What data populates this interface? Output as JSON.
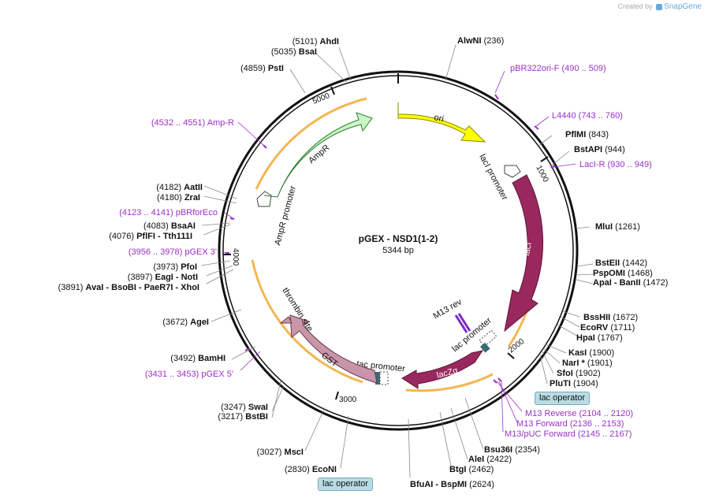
{
  "credit": {
    "prefix": "Created by",
    "brand": "SnapGene"
  },
  "plasmid": {
    "name": "pGEX - NSD1(1-2)",
    "length": "5344 bp"
  },
  "ticks": {
    "t1000": "1000",
    "t2000": "2000",
    "t3000": "3000",
    "t4000": "4000",
    "t5000": "5000"
  },
  "features": {
    "ori": "ori",
    "laci": "lacI",
    "laci_promoter": "lacI promoter",
    "laczalpha": "lacZα",
    "lac_promoter": "lac promoter",
    "m13rev": "M13 rev",
    "tac_promoter": "tac promoter",
    "gst": "GST",
    "thrombin": "thrombin site",
    "amp_promoter": "AmpR promoter",
    "ampr": "AmpR"
  },
  "boxes": {
    "lac_op_1": "lac operator",
    "lac_op_2": "lac operator"
  },
  "labels": [
    {
      "id": "ahdi",
      "pos": "(5101)",
      "name": "AhdI",
      "kind": "site"
    },
    {
      "id": "bsai",
      "pos": "(5035)",
      "name": "BsaI",
      "kind": "site"
    },
    {
      "id": "psti",
      "pos": "(4859)",
      "name": "PstI",
      "kind": "site"
    },
    {
      "id": "alwni",
      "name": "AlwNI",
      "pos": "(236)",
      "kind": "site"
    },
    {
      "id": "pbr322",
      "name": "pBR322ori-F",
      "pos": "(490 .. 509)",
      "kind": "primer"
    },
    {
      "id": "l4440",
      "name": "L4440",
      "pos": "(743 .. 760)",
      "kind": "primer"
    },
    {
      "id": "pflmi",
      "name": "PflMI",
      "pos": "(843)",
      "kind": "site"
    },
    {
      "id": "bstapi",
      "name": "BstAPI",
      "pos": "(944)",
      "kind": "site"
    },
    {
      "id": "lacir",
      "name": "LacI-R",
      "pos": "(930 .. 949)",
      "kind": "primer"
    },
    {
      "id": "ampr_p",
      "pos": "(4532 .. 4551)",
      "name": "Amp-R",
      "kind": "primer"
    },
    {
      "id": "aatii",
      "pos": "(4182)",
      "name": "AatII",
      "kind": "site"
    },
    {
      "id": "zrai",
      "pos": "(4180)",
      "name": "ZraI",
      "kind": "site"
    },
    {
      "id": "pbrforeco",
      "pos": "(4123 .. 4141)",
      "name": "pBRforEco",
      "kind": "primer"
    },
    {
      "id": "bsaai",
      "pos": "(4083)",
      "name": "BsaAI",
      "kind": "site"
    },
    {
      "id": "pflfi",
      "pos": "(4076)",
      "name": "PflFI  -  Tth111I",
      "kind": "site"
    },
    {
      "id": "pgex3",
      "pos": "(3956 .. 3978)",
      "name": "pGEX 3'",
      "kind": "primer"
    },
    {
      "id": "pfoi",
      "pos": "(3973)",
      "name": "PfoI",
      "kind": "site"
    },
    {
      "id": "eagi",
      "pos": "(3897)",
      "name": "EagI  -  NotI",
      "kind": "site"
    },
    {
      "id": "avai",
      "pos": "(3891)",
      "name": "AvaI  -  BsoBI  -  PaeR7I  -  XhoI",
      "kind": "site"
    },
    {
      "id": "agei",
      "pos": "(3672)",
      "name": "AgeI",
      "kind": "site"
    },
    {
      "id": "bamhi",
      "pos": "(3492)",
      "name": "BamHI",
      "kind": "site"
    },
    {
      "id": "pgex5",
      "pos": "(3431 .. 3453)",
      "name": "pGEX 5'",
      "kind": "primer"
    },
    {
      "id": "swai",
      "pos": "(3247)",
      "name": "SwaI",
      "kind": "site"
    },
    {
      "id": "bstbi",
      "pos": "(3217)",
      "name": "BstBI",
      "kind": "site"
    },
    {
      "id": "msci",
      "pos": "(3027)",
      "name": "MscI",
      "kind": "site"
    },
    {
      "id": "econi",
      "pos": "(2830)",
      "name": "EcoNI",
      "kind": "site"
    },
    {
      "id": "mlui",
      "name": "MluI",
      "pos": "(1261)",
      "kind": "site"
    },
    {
      "id": "bsteii",
      "name": "BstEII",
      "pos": "(1442)",
      "kind": "site"
    },
    {
      "id": "pspomi",
      "name": "PspOMI",
      "pos": "(1468)",
      "kind": "site"
    },
    {
      "id": "apai",
      "name": "ApaI  -  BanII",
      "pos": "(1472)",
      "kind": "site"
    },
    {
      "id": "bsshii",
      "name": "BssHII",
      "pos": "(1672)",
      "kind": "site"
    },
    {
      "id": "ecorv",
      "name": "EcoRV",
      "pos": "(1711)",
      "kind": "site"
    },
    {
      "id": "hpai",
      "name": "HpaI",
      "pos": "(1767)",
      "kind": "site"
    },
    {
      "id": "kasi",
      "name": "KasI",
      "pos": "(1900)",
      "kind": "site"
    },
    {
      "id": "nari",
      "name": "NarI *",
      "pos": "(1901)",
      "kind": "site"
    },
    {
      "id": "sfoi",
      "name": "SfoI",
      "pos": "(1902)",
      "kind": "site"
    },
    {
      "id": "pluti",
      "name": "PluTI",
      "pos": "(1904)",
      "kind": "site"
    },
    {
      "id": "m13reverse",
      "name": "M13 Reverse",
      "pos": "(2104 .. 2120)",
      "kind": "primer"
    },
    {
      "id": "m13forward",
      "name": "M13 Forward",
      "pos": "(2136 .. 2153)",
      "kind": "primer"
    },
    {
      "id": "m13puc",
      "name": "M13/pUC Forward",
      "pos": "(2145 .. 2167)",
      "kind": "primer"
    },
    {
      "id": "bsu36i",
      "name": "Bsu36I",
      "pos": "(2354)",
      "kind": "site"
    },
    {
      "id": "alei",
      "name": "AleI",
      "pos": "(2422)",
      "kind": "site"
    },
    {
      "id": "btgi",
      "name": "BtgI",
      "pos": "(2462)",
      "kind": "site"
    },
    {
      "id": "bfuai",
      "name": "BfuAI  -  BspMI",
      "pos": "(2624)",
      "kind": "site"
    }
  ],
  "colors": {
    "ori": "#ffff00",
    "laci": "#99285e",
    "laczalpha": "#99285e",
    "gst": "#c995a8",
    "ampr": "#c8f7c8",
    "primer": "#9b30c8",
    "orf": "#f2a833",
    "promoter": "#ffffff"
  }
}
